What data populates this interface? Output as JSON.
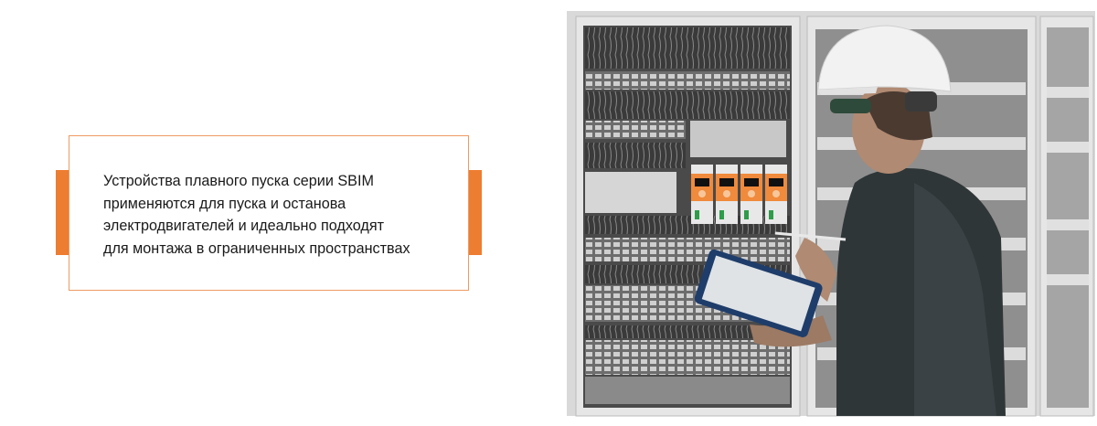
{
  "callout": {
    "lines": [
      "Устройства плавного пуска серии SBIM",
      "применяются для пуска и останова",
      "электродвигателей и идеально подходят",
      "для монтажа в ограниченных пространствах"
    ],
    "accent_color": "#ed7d31"
  },
  "photo": {
    "subject": "technician-with-tablet-at-electrical-cabinet",
    "device_color": "#f08a3c"
  }
}
